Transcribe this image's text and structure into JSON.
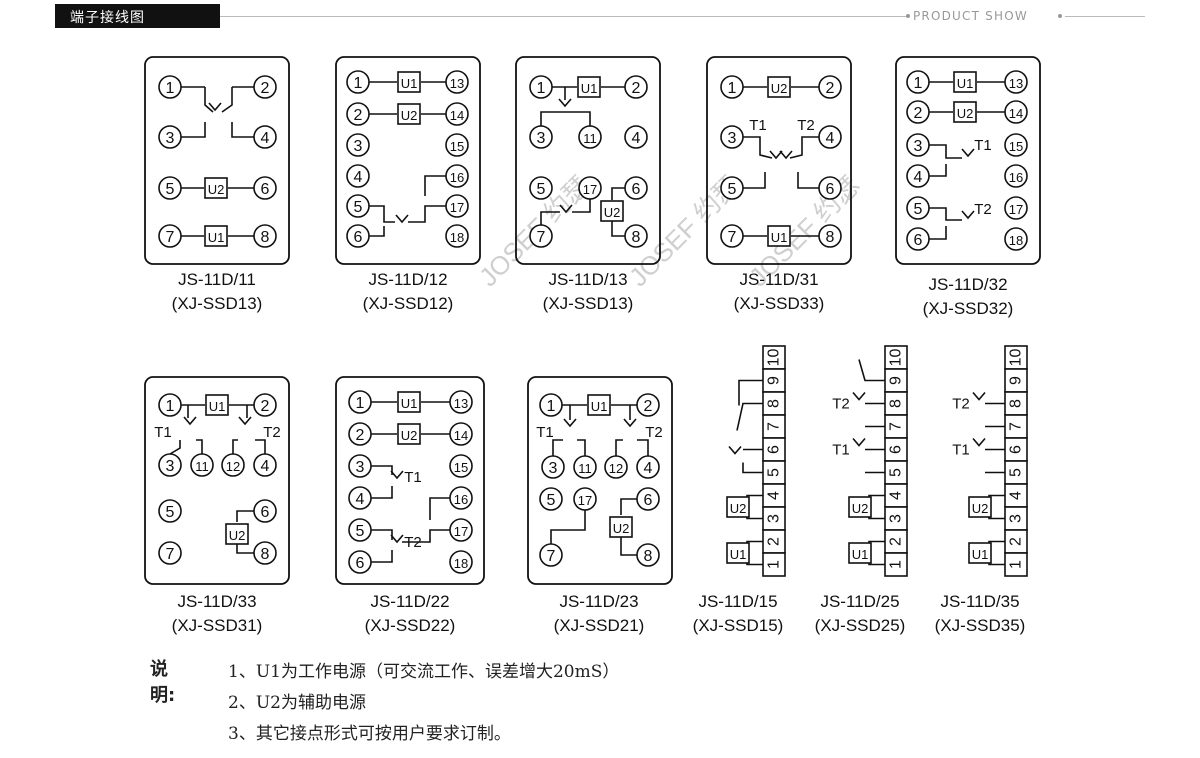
{
  "header": {
    "title": "端子接线图",
    "tagline": "PRODUCT SHOW"
  },
  "colors": {
    "ink": "#111111",
    "header_bg": "#111111",
    "rule": "#bbbbbb",
    "watermark": "#cfcfcf"
  },
  "watermark": "JOSEF 约瑟",
  "models": [
    {
      "model": "JS-11D/11",
      "code": "(XJ-SSD13)"
    },
    {
      "model": "JS-11D/12",
      "code": "(XJ-SSD12)"
    },
    {
      "model": "JS-11D/13",
      "code": "(XJ-SSD13)"
    },
    {
      "model": "JS-11D/31",
      "code": "(XJ-SSD33)"
    },
    {
      "model": "JS-11D/32",
      "code": "(XJ-SSD32)"
    },
    {
      "model": "JS-11D/33",
      "code": "(XJ-SSD31)"
    },
    {
      "model": "JS-11D/22",
      "code": "(XJ-SSD22)"
    },
    {
      "model": "JS-11D/23",
      "code": "(XJ-SSD21)"
    },
    {
      "model": "JS-11D/15",
      "code": "(XJ-SSD15)"
    },
    {
      "model": "JS-11D/25",
      "code": "(XJ-SSD25)"
    },
    {
      "model": "JS-11D/35",
      "code": "(XJ-SSD35)"
    }
  ],
  "labels": {
    "u1": "U1",
    "u2": "U2",
    "t1": "T1",
    "t2": "T2"
  },
  "strip_terminals": [
    "1",
    "2",
    "3",
    "4",
    "5",
    "6",
    "7",
    "8",
    "9",
    "10"
  ],
  "notes": {
    "heading": "说明:",
    "items": [
      "1、U1为工作电源（可交流工作、误差增大20mS）",
      "2、U2为辅助电源",
      "3、其它接点形式可按用户要求订制。"
    ]
  }
}
